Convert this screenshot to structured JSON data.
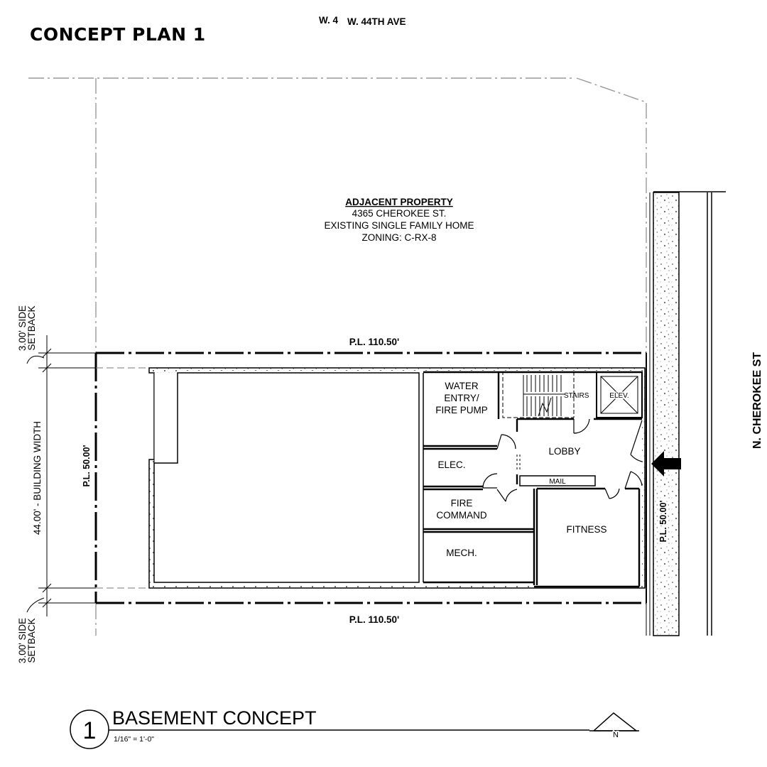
{
  "header": {
    "title": "CONCEPT PLAN 1",
    "street_top_overlap": "W. 4",
    "street_top": "W. 44TH AVE",
    "street_right": "N. CHEROKEE ST"
  },
  "adjacent_property": {
    "title": "ADJACENT PROPERTY",
    "address": "4365 CHEROKEE ST.",
    "description": "EXISTING SINGLE FAMILY HOME",
    "zoning": "ZONING: C-RX-8"
  },
  "dimensions": {
    "pl_top": "P.L. 110.50'",
    "pl_bottom": "P.L. 110.50'",
    "pl_left": "P.L. 50.00'",
    "pl_right": "P.L. 50.00'",
    "setback_top_line1": "3.00' SIDE",
    "setback_top_line2": "SETBACK",
    "setback_bottom_line1": "3.00' SIDE",
    "setback_bottom_line2": "SETBACK",
    "building_width": "44.00'  - BUILDING WIDTH"
  },
  "rooms": {
    "water_line1": "WATER",
    "water_line2": "ENTRY/",
    "water_line3": "FIRE PUMP",
    "stairs": "STAIRS",
    "elevator": "ELEV.",
    "lobby": "LOBBY",
    "elec": "ELEC.",
    "mail": "MAIL",
    "fire_command_line1": "FIRE",
    "fire_command_line2": "COMMAND",
    "fitness": "FITNESS",
    "mech": "MECH."
  },
  "drawing_title": {
    "number": "1",
    "name": "BASEMENT CONCEPT",
    "scale": "1/16\" = 1'-0\"",
    "north": "N"
  }
}
